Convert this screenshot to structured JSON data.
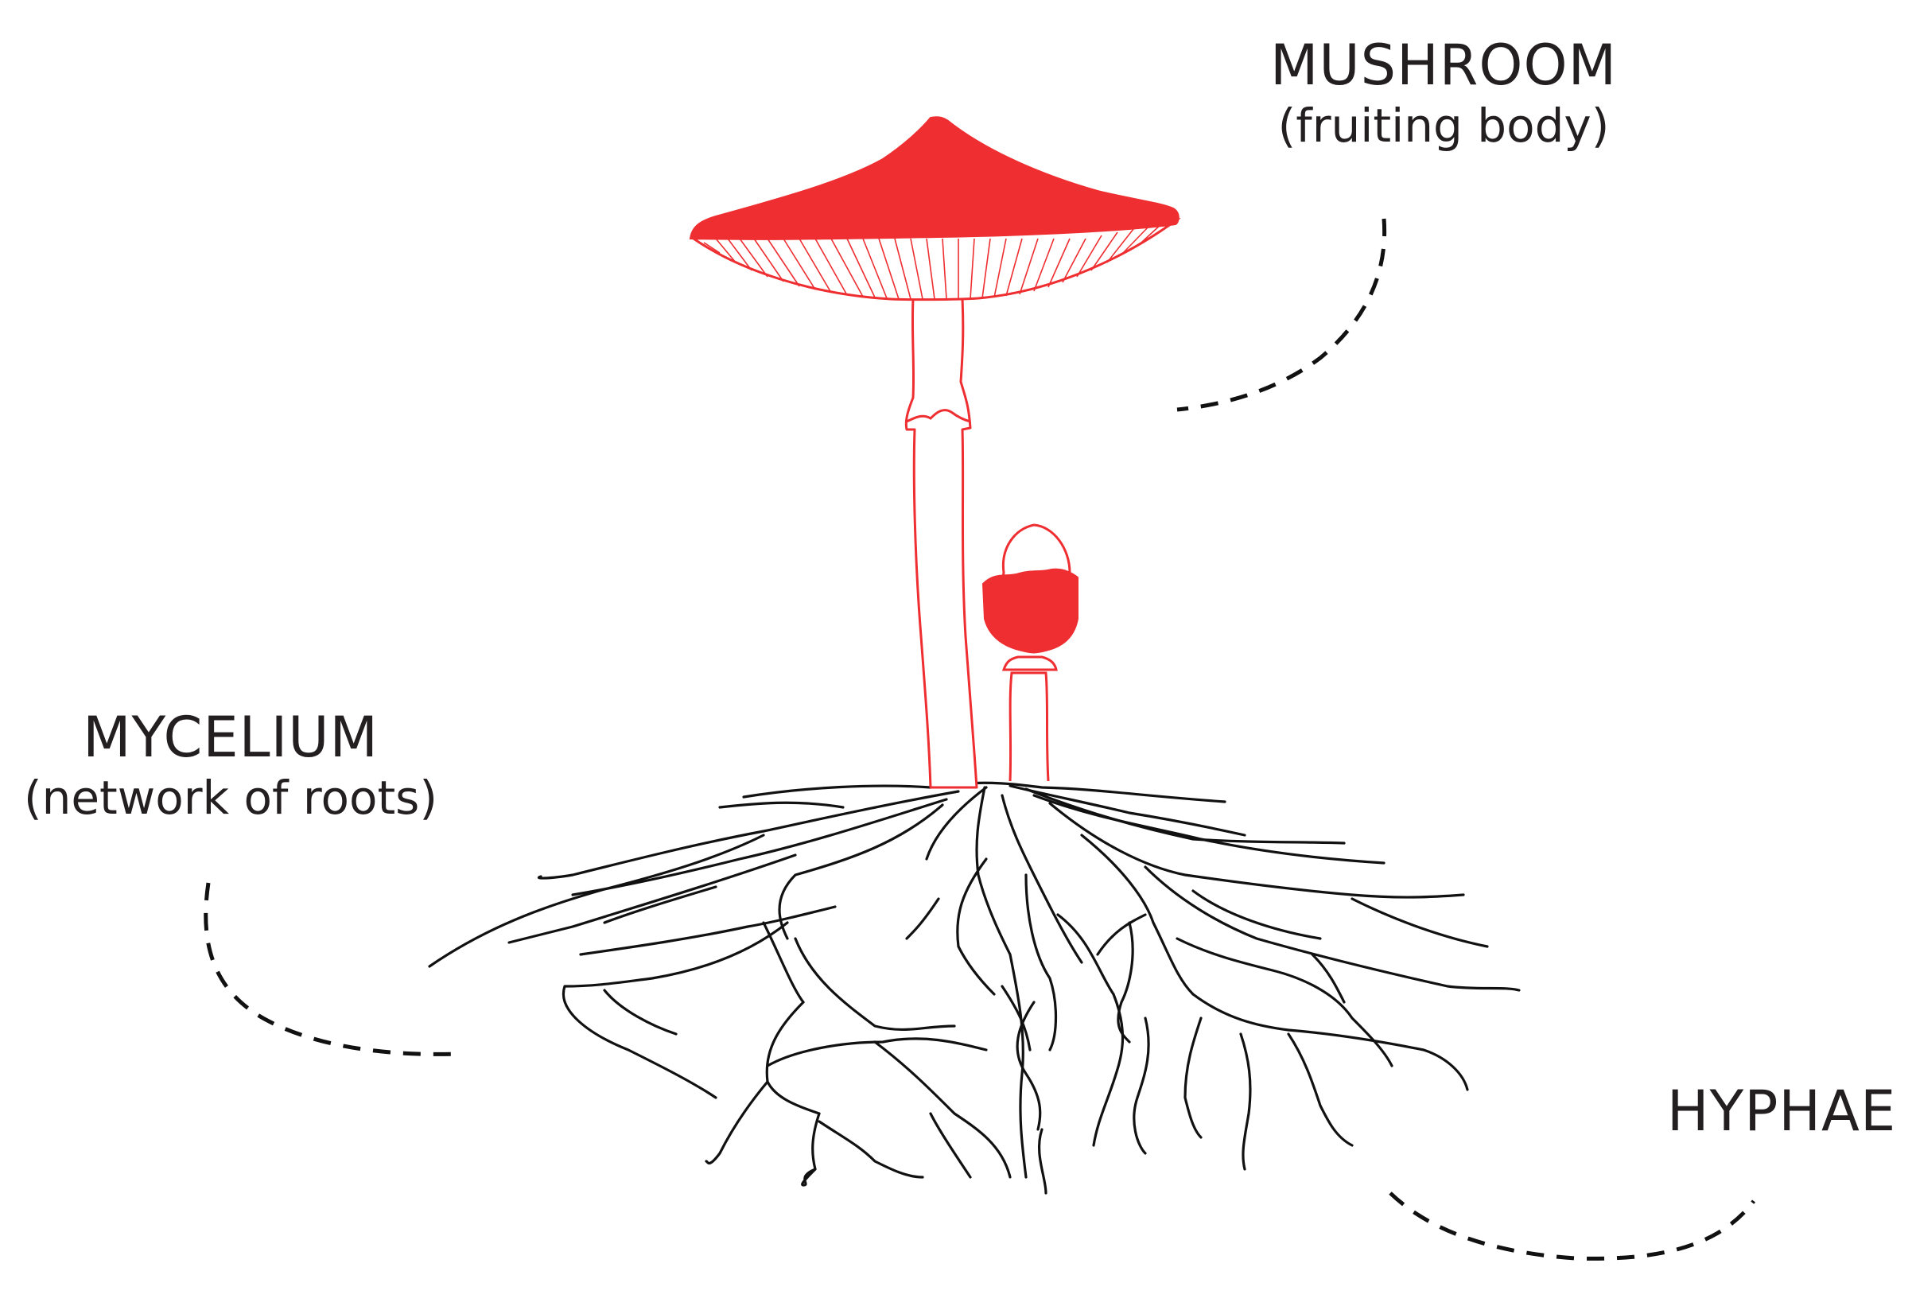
{
  "labels": {
    "mushroom": {
      "title": "MUSHROOM",
      "subtitle": "(fruiting body)"
    },
    "mycelium": {
      "title": "MYCELIUM",
      "subtitle": "(network of roots)"
    },
    "hyphae": {
      "title": "HYPHAE"
    }
  },
  "colors": {
    "mushroom": "#ee2e31",
    "roots": "#111111",
    "text": "#231f20",
    "background": "#ffffff"
  }
}
